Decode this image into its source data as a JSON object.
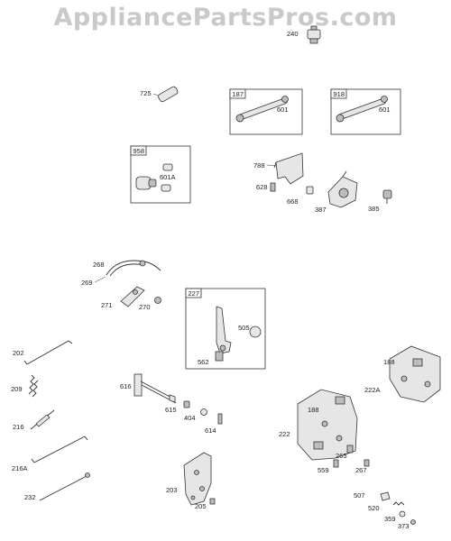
{
  "watermark": "AppliancePartsPros.com",
  "kit_boxes": [
    {
      "id": "187",
      "contains": [
        "601"
      ]
    },
    {
      "id": "918",
      "contains": [
        "601"
      ]
    },
    {
      "id": "958",
      "contains": [
        "601A"
      ]
    },
    {
      "id": "227",
      "contains": [
        "505",
        "562"
      ]
    }
  ],
  "labels": {
    "p240": "240",
    "p725": "725",
    "p601a": "601",
    "p601b": "601",
    "p601A": "601A",
    "p788": "788",
    "p628": "628",
    "p668": "668",
    "p387": "387",
    "p385": "385",
    "p268": "268",
    "p269": "269",
    "p271": "271",
    "p270": "270",
    "p505": "505",
    "p562": "562",
    "p202": "202",
    "p209": "209",
    "p216": "216",
    "p216A": "216A",
    "p232": "232",
    "p616": "616",
    "p615": "615",
    "p404": "404",
    "p614": "614",
    "p203": "203",
    "p205": "205",
    "p188a": "188",
    "p222A": "222A",
    "p188b": "188",
    "p222": "222",
    "p265": "265",
    "p267": "267",
    "p559": "559",
    "p507": "507",
    "p520": "520",
    "p359": "359",
    "p373": "373"
  }
}
